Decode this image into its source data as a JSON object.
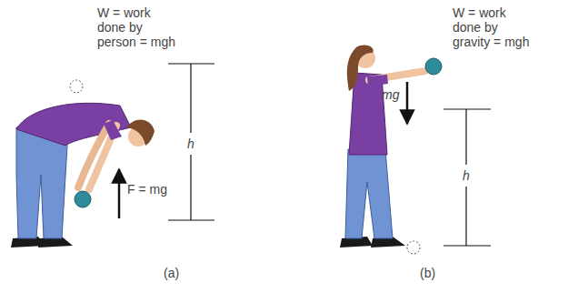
{
  "diagram": {
    "labels": [
      "W = work done by person = mgh",
      "F = mg",
      "h",
      "(a)",
      "W = work done by gravity = mgh",
      "mg",
      "h",
      "(b)"
    ]
  }
}
